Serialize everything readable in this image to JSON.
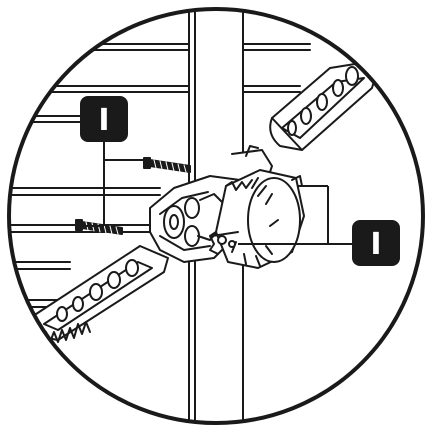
{
  "figure": {
    "kind": "assembly-detail-illustration",
    "colors": {
      "ink": "#1a1a1a",
      "paper": "#ffffff",
      "tag": "#1a1a1a",
      "tag_text": "#ffffff"
    },
    "callouts": [
      {
        "id": "screws",
        "label": "I"
      },
      {
        "id": "knob",
        "label": "I"
      }
    ],
    "parts": [
      "circular-detail-frame",
      "vertical-post",
      "shelf-rail-left",
      "shelf-rail-right",
      "clamp-bracket",
      "round-knob",
      "wood-screw",
      "wood-screw"
    ]
  }
}
